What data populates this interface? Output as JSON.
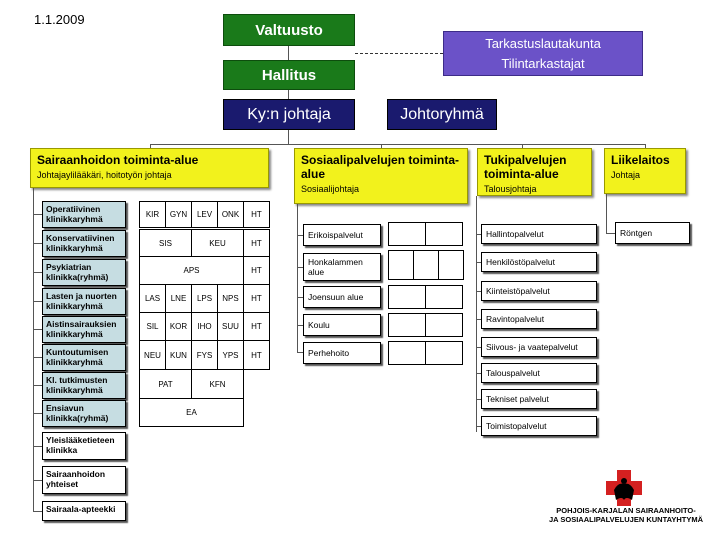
{
  "date": "1.1.2009",
  "top": {
    "council": "Valtuusto",
    "board": "Hallitus",
    "director": "Ky:n johtaja",
    "mgmt_group": "Johtoryhmä",
    "audit": [
      "Tarkastuslautakunta",
      "Tilintarkastajat"
    ]
  },
  "areas": {
    "health": {
      "title": "Sairaanhoidon toiminta-alue",
      "sub": "Johtajaylilääkäri, hoitotyön johtaja"
    },
    "social": {
      "title": "Sosiaalipalvelujen toiminta-alue",
      "sub": "Sosiaalijohtaja"
    },
    "support": {
      "title": "Tukipalvelujen toiminta-alue",
      "sub": "Talousjohtaja"
    },
    "enterprise": {
      "title": "Liikelaitos",
      "sub": "Johtaja"
    }
  },
  "clinics": [
    "Operatiivinen klinikkaryhmä",
    "Konservatiivinen klinikkaryhmä",
    "Psykiatrian klinikka(ryhmä)",
    "Lasten ja nuorten klinikkaryhmä",
    "Aistinsairauksien klinikkaryhmä",
    "Kuntoutumisen klinikkaryhmä",
    "Kl. tutkimusten klinikkaryhmä",
    "Ensiavun klinikka(ryhmä)"
  ],
  "health_other": [
    "Yleislääketieteen klinikka",
    "Sairaanhoidon yhteiset",
    "Sairaala-apteekki"
  ],
  "units": [
    [
      "KIR",
      "GYN",
      "LEV",
      "ONK",
      "HT"
    ],
    [
      "SIS",
      "KEU",
      "HT"
    ],
    [
      "APS",
      "HT"
    ],
    [
      "LAS",
      "LNE",
      "LPS",
      "NPS",
      "HT"
    ],
    [
      "SIL",
      "KOR",
      "IHO",
      "SUU",
      "HT"
    ],
    [
      "NEU",
      "KUN",
      "FYS",
      "YPS",
      "HT"
    ],
    [
      "PAT",
      "KFN"
    ],
    [
      "EA"
    ]
  ],
  "social_units": [
    "Erikoispalvelut",
    "Honkalammen alue",
    "Joensuun alue",
    "Koulu",
    "Perhehoito"
  ],
  "support_units": [
    "Hallintopalvelut",
    "Henkilöstöpalvelut",
    "Kiinteistöpalvelut",
    "Ravintopalvelut",
    "Siivous- ja vaatepalvelut",
    "Talouspalvelut",
    "Tekniset palvelut",
    "Toimistopalvelut"
  ],
  "enterprise_units": [
    "Röntgen"
  ],
  "logo": {
    "line1": "POHJOIS-KARJALAN SAIRAANHOITO-",
    "line2": "JA SOSIAALIPALVELUJEN KUNTAYHTYMÄ",
    "colors": {
      "cross": "#d42020",
      "figure": "#000000"
    }
  },
  "colors": {
    "green": "#1a7a1a",
    "navy": "#1a1a6e",
    "purple": "#6b52c8",
    "yellow": "#f2f21c",
    "teal": "#c6dde2"
  }
}
